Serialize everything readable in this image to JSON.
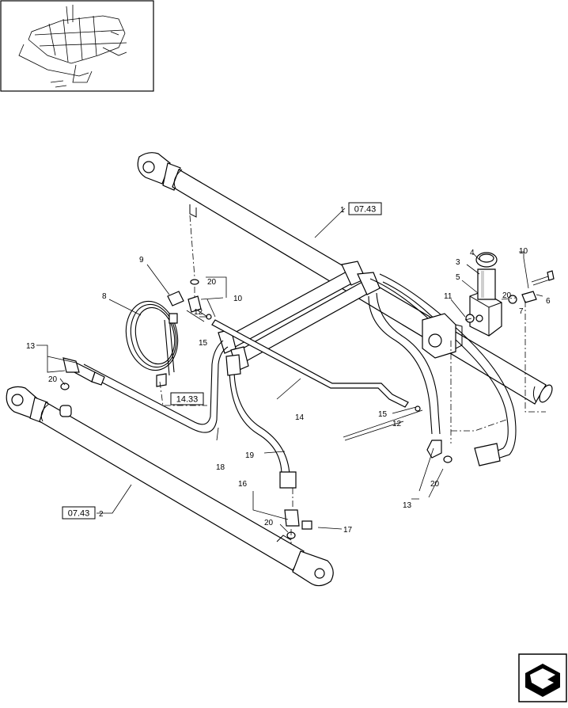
{
  "callouts": {
    "c1": "1",
    "c2": "2",
    "c3": "3",
    "c4": "4",
    "c5": "5",
    "c6": "6",
    "c7": "7",
    "c8": "8",
    "c9": "9",
    "c10a": "10",
    "c10b": "10",
    "c11": "11",
    "c12a": "12",
    "c12b": "12",
    "c13a": "13",
    "c13b": "13",
    "c14": "14",
    "c15a": "15",
    "c15b": "15",
    "c16": "16",
    "c17": "17",
    "c18": "18",
    "c19": "19",
    "c20a": "20",
    "c20b": "20",
    "c20c": "20",
    "c20d": "20",
    "c20e": "20"
  },
  "references": {
    "ref_top": "07.43",
    "ref_bottom": "07.43",
    "ref_hose": "14.33"
  },
  "icons": {
    "locator": "machine-locator-thumbnail",
    "nav": "next-page-arrow-icon"
  }
}
